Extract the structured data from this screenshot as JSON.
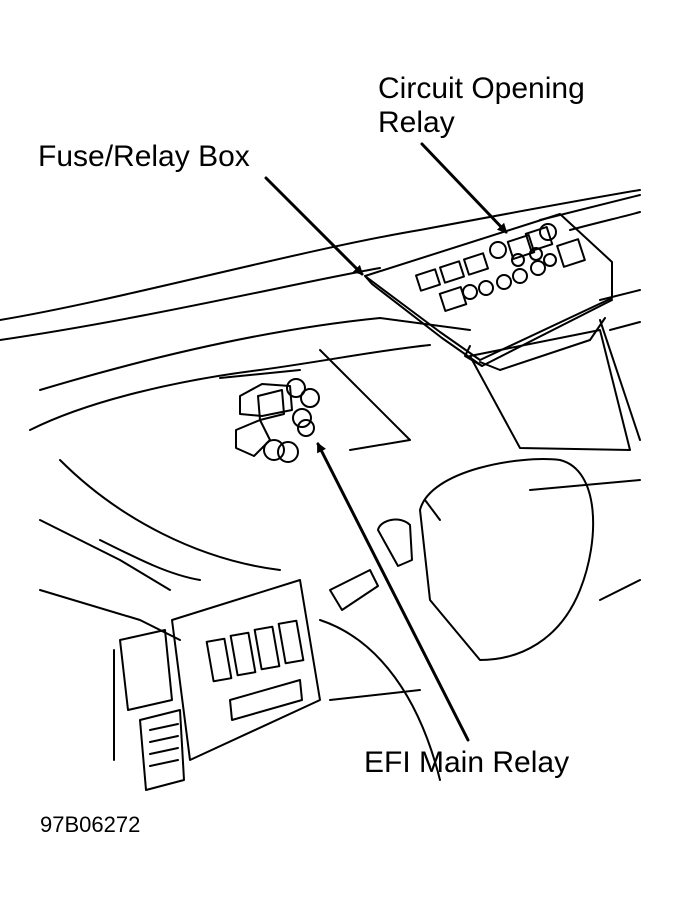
{
  "labels": {
    "fuse_relay_box": "Fuse/Relay Box",
    "circuit_opening_relay_line1": "Circuit Opening",
    "circuit_opening_relay_line2": "Relay",
    "efi_main_relay": "EFI Main Relay"
  },
  "figure_id": "97B06272"
}
